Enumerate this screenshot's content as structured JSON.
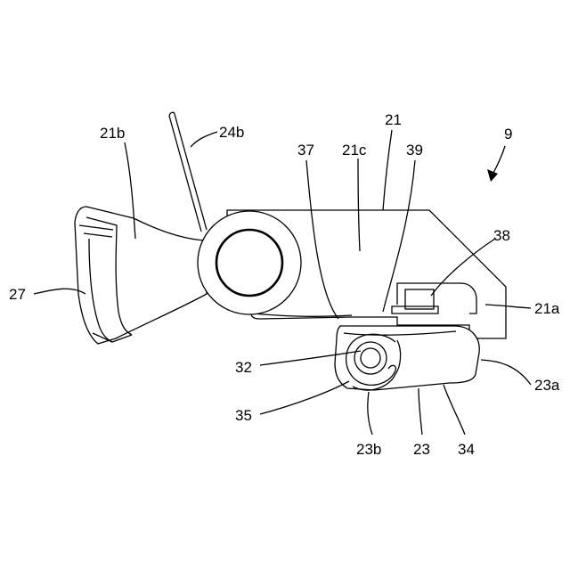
{
  "figure": {
    "reference_numeral": "9",
    "labels": {
      "l21": "21",
      "l21a": "21a",
      "l21b": "21b",
      "l21c": "21c",
      "l23": "23",
      "l23a": "23a",
      "l23b": "23b",
      "l24b": "24b",
      "l27": "27",
      "l32": "32",
      "l34": "34",
      "l35": "35",
      "l37": "37",
      "l38": "38",
      "l39": "39"
    }
  }
}
